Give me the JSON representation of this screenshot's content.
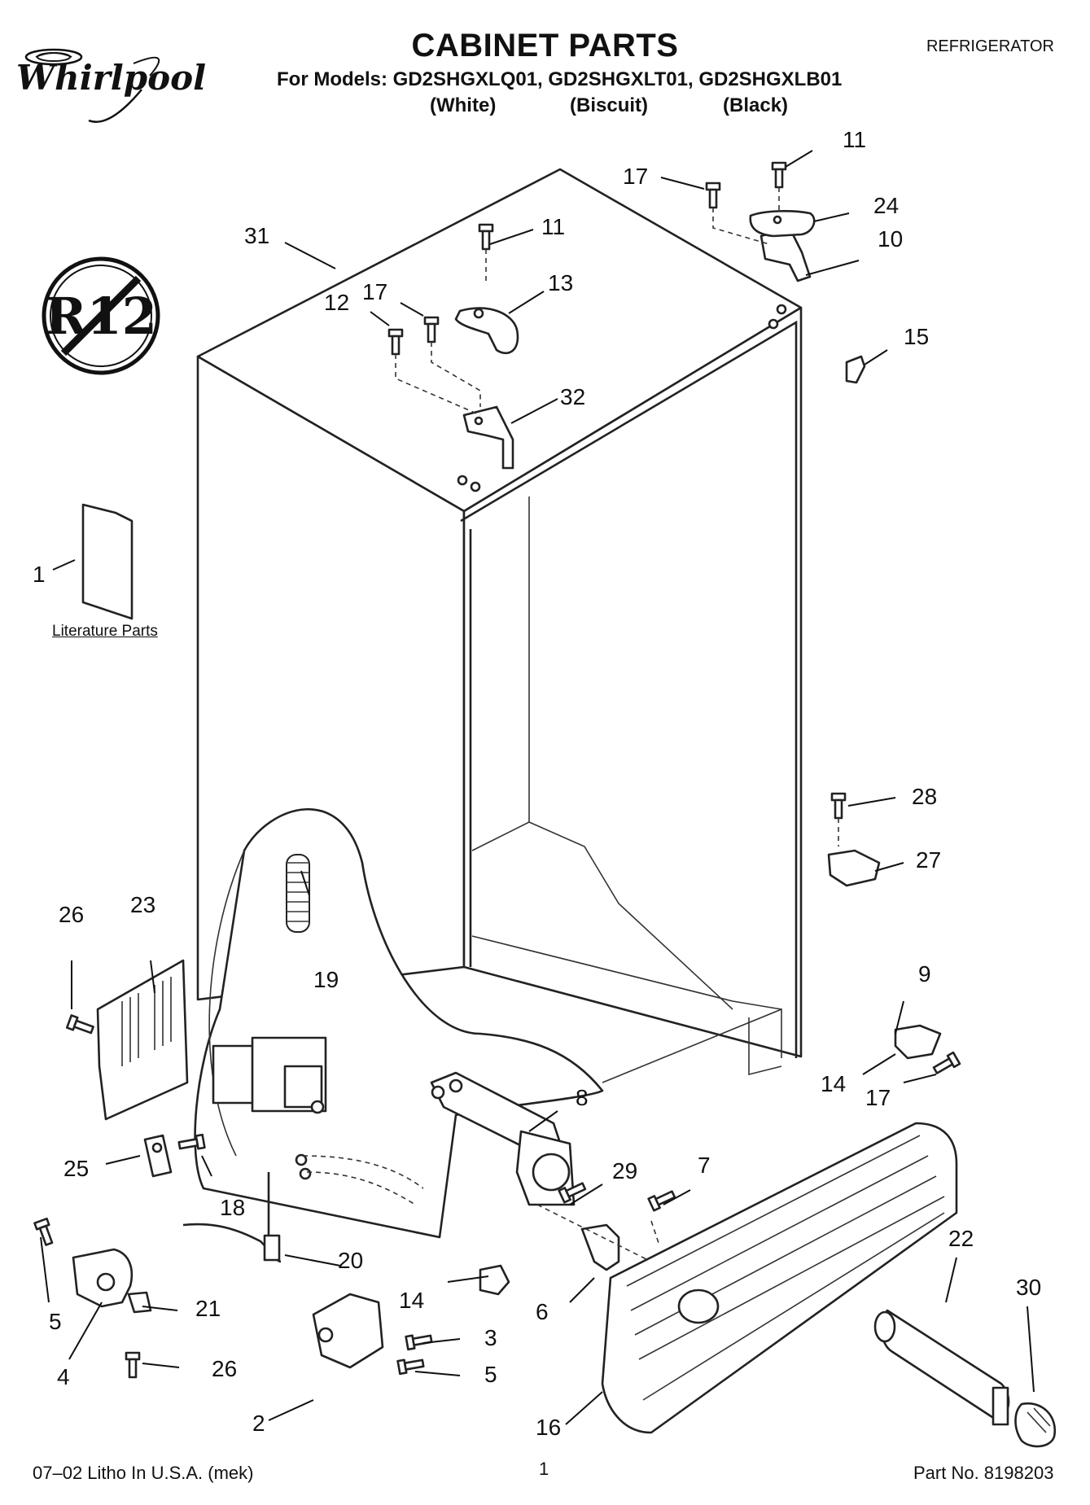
{
  "header": {
    "brand": "Whirlpool",
    "title": "CABINET PARTS",
    "models": "For Models: GD2SHGXLQ01, GD2SHGXLT01, GD2SHGXLB01",
    "variants": [
      "(White)",
      "(Biscuit)",
      "(Black)"
    ],
    "category": "REFRIGERATOR"
  },
  "badge": {
    "text": "R12",
    "meaning": "no R12 refrigerant (crossed circle)"
  },
  "literature_label": "Literature Parts",
  "callouts": [
    "31",
    "11",
    "13",
    "12",
    "17",
    "32",
    "17",
    "11",
    "24",
    "10",
    "15",
    "1",
    "28",
    "27",
    "26",
    "23",
    "19",
    "9",
    "14",
    "17",
    "8",
    "25",
    "18",
    "29",
    "7",
    "22",
    "30",
    "5",
    "20",
    "21",
    "14",
    "6",
    "4",
    "26",
    "3",
    "5",
    "2",
    "16"
  ],
  "footer": {
    "left": "07–02 Litho In U.S.A. (mek)",
    "page": "1",
    "part_no": "Part No. 8198203"
  }
}
